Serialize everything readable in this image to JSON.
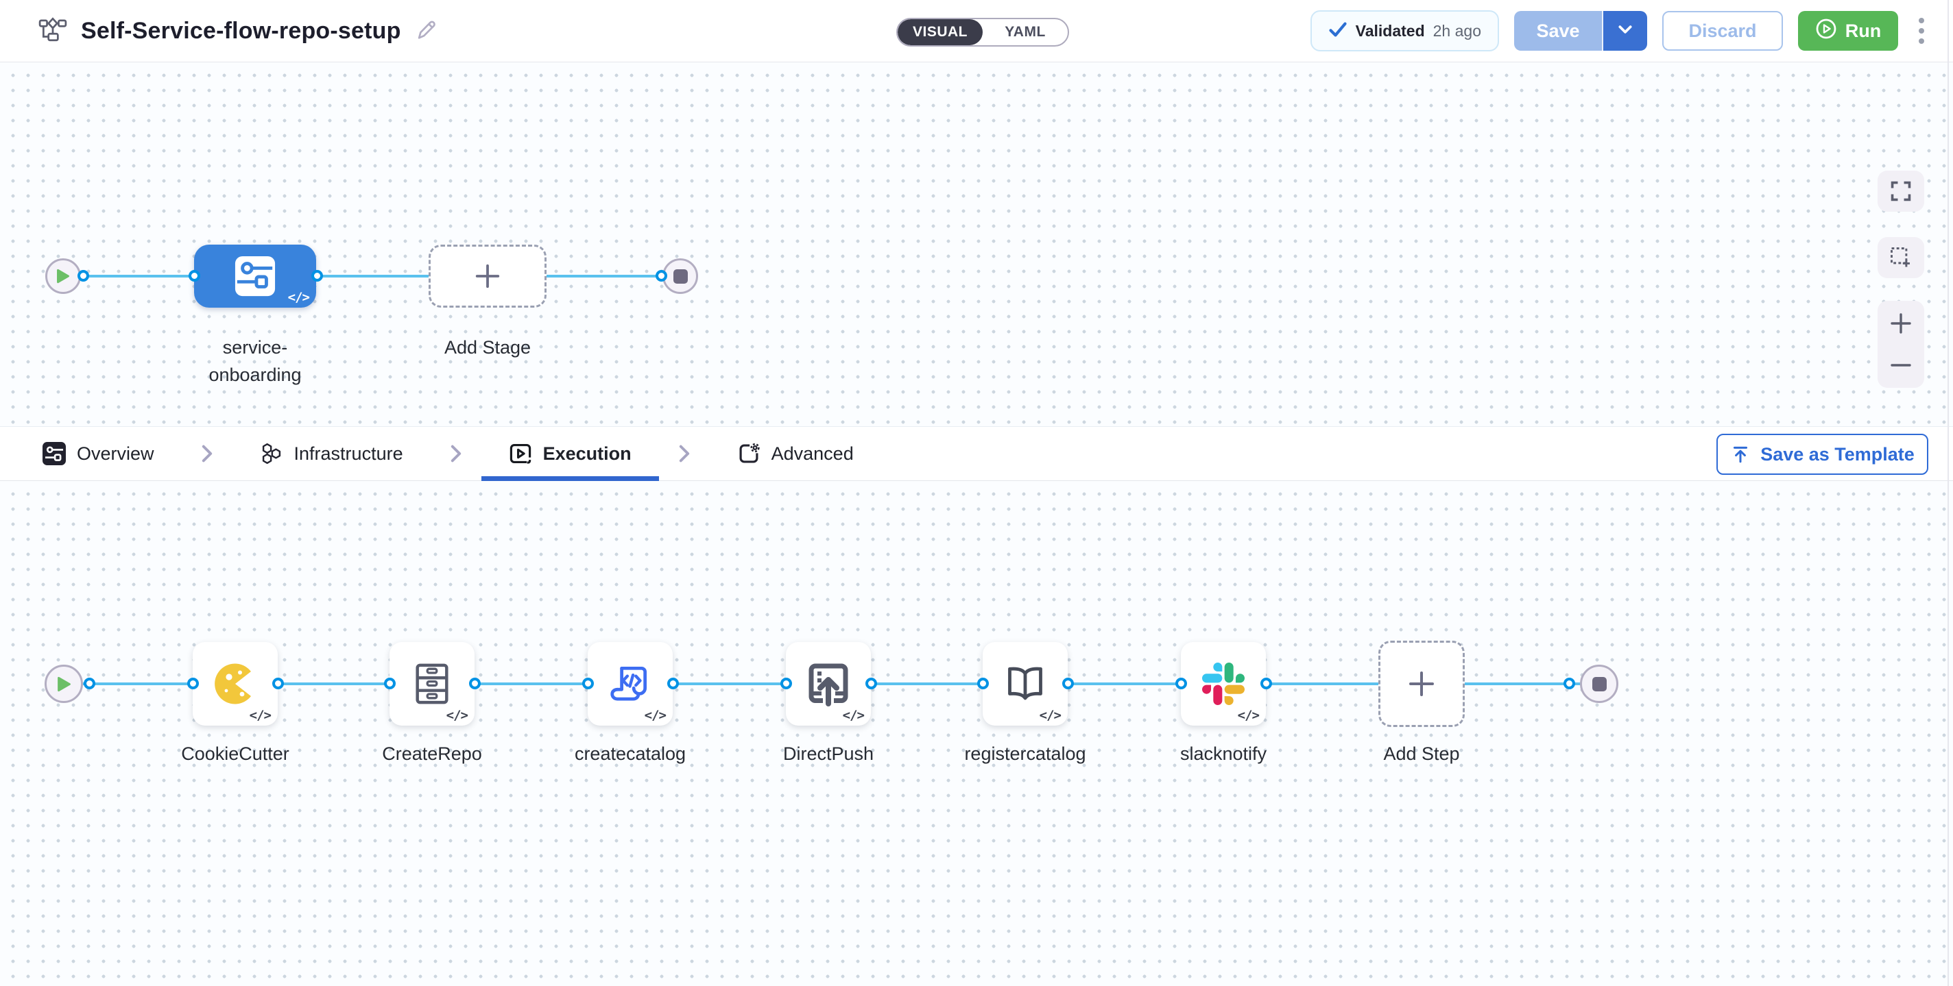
{
  "header": {
    "title": "Self-Service-flow-repo-setup",
    "view_toggle": {
      "visual_label": "VISUAL",
      "yaml_label": "YAML",
      "selected": "VISUAL"
    },
    "validation_badge": {
      "status": "Validated",
      "time": "2h ago"
    },
    "buttons": {
      "save": "Save",
      "discard": "Discard",
      "run": "Run"
    }
  },
  "stage_canvas": {
    "stage_label": "service-onboarding",
    "add_stage_label": "Add Stage"
  },
  "tabs": {
    "items": [
      {
        "label": "Overview",
        "active": false
      },
      {
        "label": "Infrastructure",
        "active": false
      },
      {
        "label": "Execution",
        "active": true
      },
      {
        "label": "Advanced",
        "active": false
      }
    ],
    "save_as_template": "Save as Template"
  },
  "execution_canvas": {
    "steps": [
      {
        "label": "CookieCutter",
        "icon": "cookiecutter-icon"
      },
      {
        "label": "CreateRepo",
        "icon": "drawer-cabinet-icon"
      },
      {
        "label": "createcatalog",
        "icon": "code-scroll-icon"
      },
      {
        "label": "DirectPush",
        "icon": "push-upload-icon"
      },
      {
        "label": "registercatalog",
        "icon": "open-book-icon"
      },
      {
        "label": "slacknotify",
        "icon": "slack-icon"
      }
    ],
    "add_step_label": "Add Step"
  },
  "badges": {
    "code": "</>"
  },
  "colors": {
    "accent_blue": "#3166ce",
    "stage_node_blue": "#3983dc",
    "run_green": "#57b757",
    "connector_line_blue": "#5ac1ee",
    "port_ring_blue": "#0092e4",
    "validated_border": "#cfe8f8"
  }
}
